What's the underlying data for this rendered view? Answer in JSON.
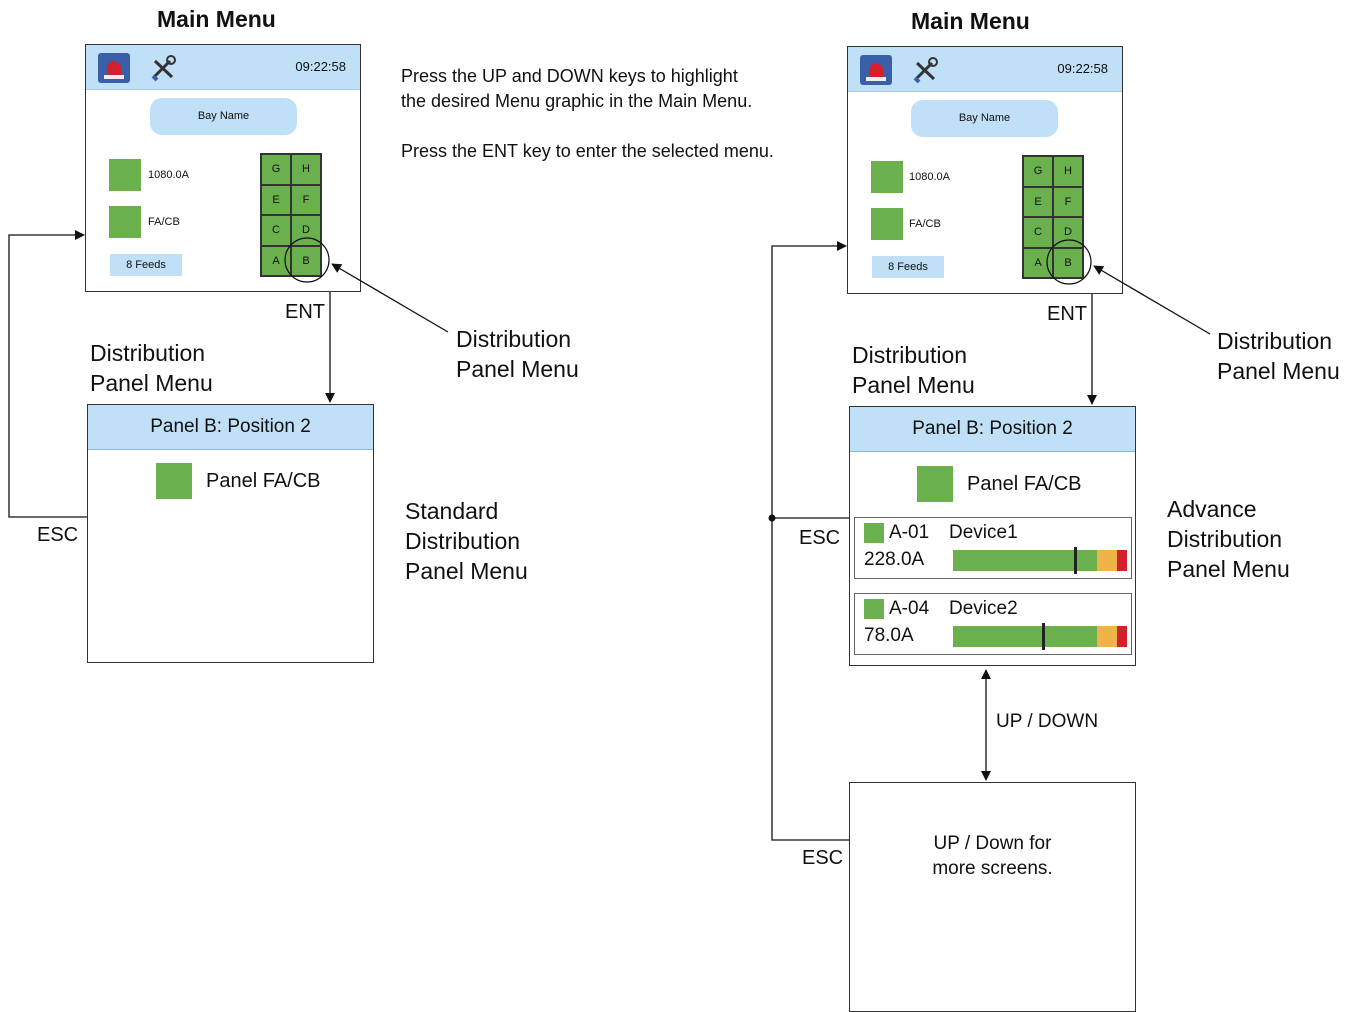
{
  "left": {
    "title": "Main Menu",
    "main_screen": {
      "time": "09:22:58",
      "bay_name": "Bay Name",
      "value": "1080.0A",
      "status": "FA/CB",
      "feeds": "8 Feeds",
      "grid": [
        "G",
        "H",
        "E",
        "F",
        "C",
        "D",
        "A",
        "B"
      ]
    },
    "ent": "ENT",
    "esc": "ESC",
    "dist_label": [
      "Distribution",
      "Panel Menu"
    ],
    "pointer_label": [
      "Distribution",
      "Panel Menu"
    ],
    "panel_screen": {
      "header": "Panel B: Position 2",
      "item": "Panel FA/CB"
    },
    "caption": [
      "Standard",
      "Distribution",
      "Panel Menu"
    ]
  },
  "instructions": [
    "Press the UP and DOWN keys to highlight",
    "the desired Menu graphic in the Main Menu.",
    "Press the ENT key to enter the selected menu."
  ],
  "right": {
    "title": "Main Menu",
    "main_screen": {
      "time": "09:22:58",
      "bay_name": "Bay Name",
      "value": "1080.0A",
      "status": "FA/CB",
      "feeds": "8 Feeds",
      "grid": [
        "G",
        "H",
        "E",
        "F",
        "C",
        "D",
        "A",
        "B"
      ]
    },
    "ent": "ENT",
    "esc1": "ESC",
    "esc2": "ESC",
    "dist_label": [
      "Distribution",
      "Panel Menu"
    ],
    "pointer_label": [
      "Distribution",
      "Panel Menu"
    ],
    "panel_screen": {
      "header": "Panel B: Position 2",
      "item": "Panel FA/CB",
      "devices": [
        {
          "id": "A-01",
          "name": "Device1",
          "current": "228.0A",
          "level": 0.7
        },
        {
          "id": "A-04",
          "name": "Device2",
          "current": "78.0A",
          "level": 0.52
        }
      ]
    },
    "updown": "UP / DOWN",
    "more_screen": [
      "UP / Down for",
      "more screens."
    ],
    "caption": [
      "Advance",
      "Distribution",
      "Panel Menu"
    ]
  },
  "colors": {
    "header": "#bfe0f7",
    "status_green": "#6ab04c",
    "warn_orange": "#f0b34a",
    "alarm_red": "#d4202a"
  }
}
